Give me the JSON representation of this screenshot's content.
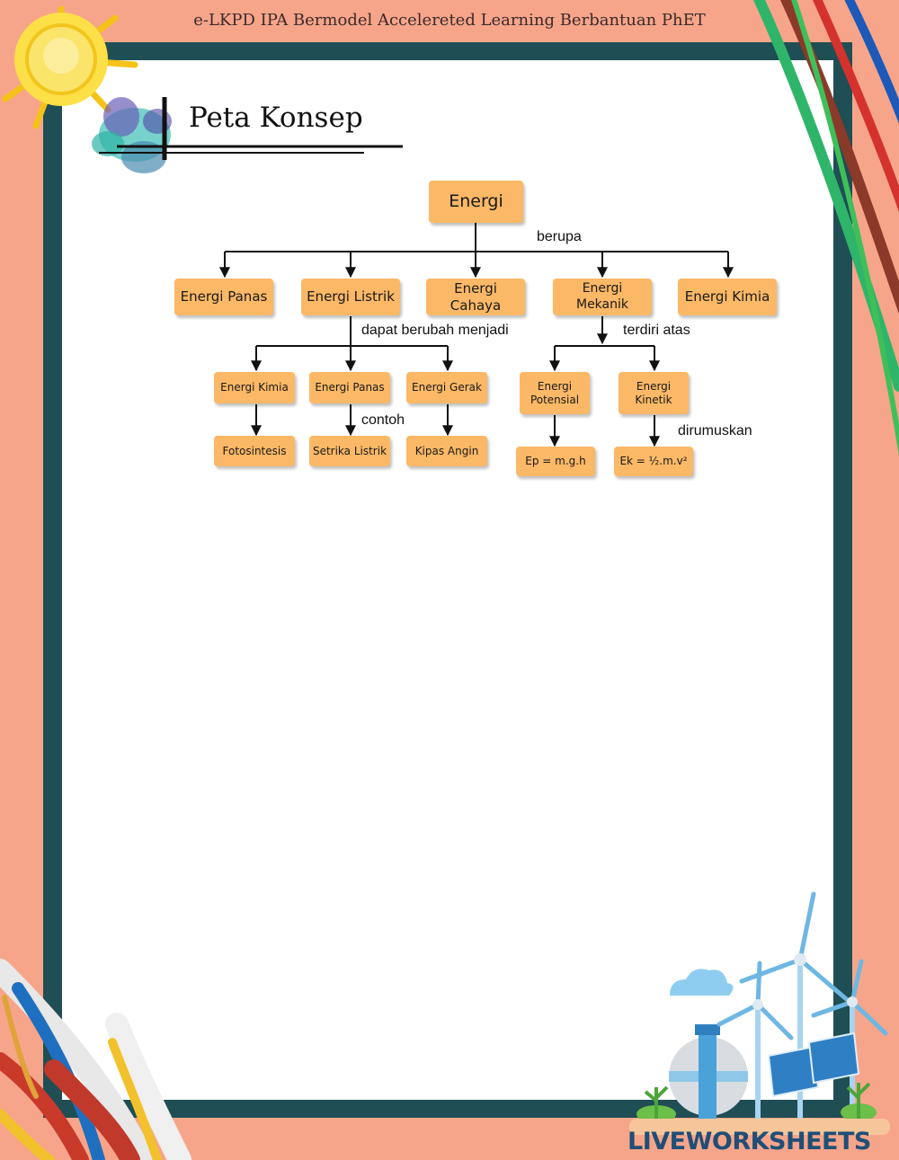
{
  "header": {
    "text": "e-LKPD IPA Bermodel Accelereted Learning Berbantuan PhET"
  },
  "title": "Peta Konsep",
  "concept_map": {
    "root": "Energi",
    "root_link": "berupa",
    "types": [
      "Energi Panas",
      "Energi Listrik",
      "Energi Cahaya",
      "Energi Mekanik",
      "Energi Kimia"
    ],
    "listrik_link": "dapat berubah menjadi",
    "listrik_children": [
      "Energi Kimia",
      "Energi Panas",
      "Energi Gerak"
    ],
    "example_link": "contoh",
    "examples": [
      "Fotosintesis",
      "Setrika Listrik",
      "Kipas Angin"
    ],
    "mekanik_link": "terdiri atas",
    "mekanik_children": [
      "Energi Potensial",
      "Energi Kinetik"
    ],
    "formula_link": "dirumuskan",
    "formulas": [
      "Ep = m.g.h",
      "Ek = ½.m.v²"
    ]
  },
  "footer_logo": {
    "text": "LIVEWORKSHEETS"
  },
  "colors": {
    "background": "#f7a58a",
    "frame": "#1f4e55",
    "node": "#fbb866",
    "logo": "#1f4f77"
  }
}
